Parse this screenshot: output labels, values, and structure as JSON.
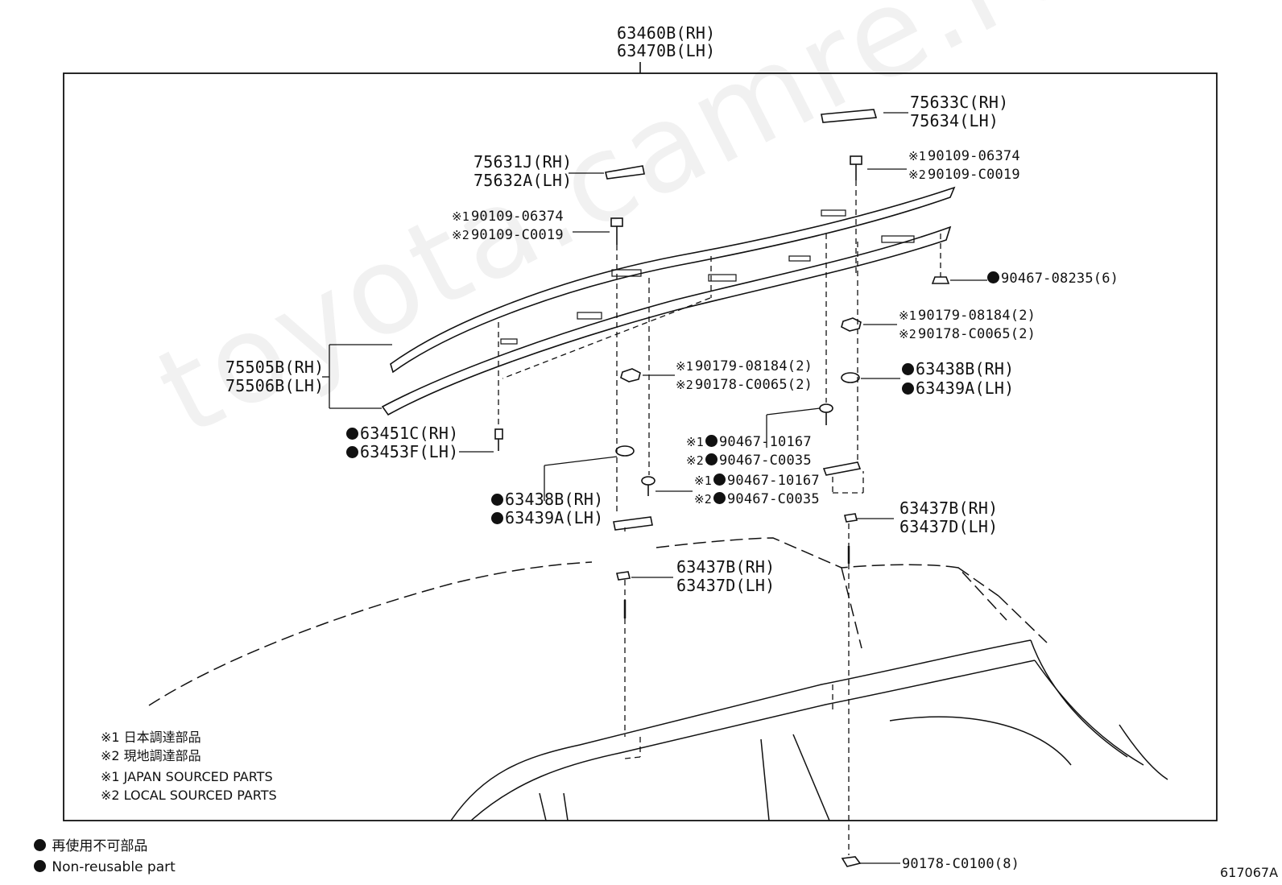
{
  "diagram": {
    "header_callout": {
      "line1": "63460B(RH)",
      "line2": "63470B(LH)"
    },
    "callouts": {
      "c75633": {
        "line1": "75633C(RH)",
        "line2": "75634(LH)"
      },
      "c75631": {
        "line1": "75631J(RH)",
        "line2": "75632A(LH)"
      },
      "bolt_right": {
        "ref1": "※1",
        "p1": "90109-06374",
        "ref2": "※2",
        "p2": "90109-C0019"
      },
      "bolt_left": {
        "ref1": "※1",
        "p1": "90109-06374",
        "ref2": "※2",
        "p2": "90109-C0019"
      },
      "clip_top_right": {
        "part": "90467-08235(6)"
      },
      "nut_right": {
        "ref1": "※1",
        "p1": "90179-08184(2)",
        "ref2": "※2",
        "p2": "90178-C0065(2)"
      },
      "nut_mid": {
        "ref1": "※1",
        "p1": "90179-08184(2)",
        "ref2": "※2",
        "p2": "90178-C0065(2)"
      },
      "rail": {
        "line1": "75505B(RH)",
        "line2": "75506B(LH)"
      },
      "pad_right_upper": {
        "line1": "63438B(RH)",
        "line2": "63439A(LH)"
      },
      "clip_left": {
        "line1": "63451C(RH)",
        "line2": "63453F(LH)"
      },
      "clip_mid_a": {
        "ref1": "※1",
        "p1": "90467-10167",
        "ref2": "※2",
        "p2": "90467-C0035"
      },
      "clip_mid_b": {
        "ref1": "※1",
        "p1": "90467-10167",
        "ref2": "※2",
        "p2": "90467-C0035"
      },
      "pad_left": {
        "line1": "63438B(RH)",
        "line2": "63439A(LH)"
      },
      "bracket_right": {
        "line1": "63437B(RH)",
        "line2": "63437D(LH)"
      },
      "bracket_left": {
        "line1": "63437B(RH)",
        "line2": "63437D(LH)"
      },
      "clip_bottom": {
        "part": "90178-C0100(8)"
      }
    },
    "legend_notes": {
      "jp1": "※1 日本調達部品",
      "jp2": "※2 現地調達部品",
      "en1": "※1 JAPAN SOURCED PARTS",
      "en2": "※2 LOCAL SOURCED PARTS"
    },
    "non_reusable": {
      "jp": "再使用不可部品",
      "en": "Non-reusable part"
    },
    "figure_id": "617067A",
    "watermark": "toyota.camre.ru"
  }
}
